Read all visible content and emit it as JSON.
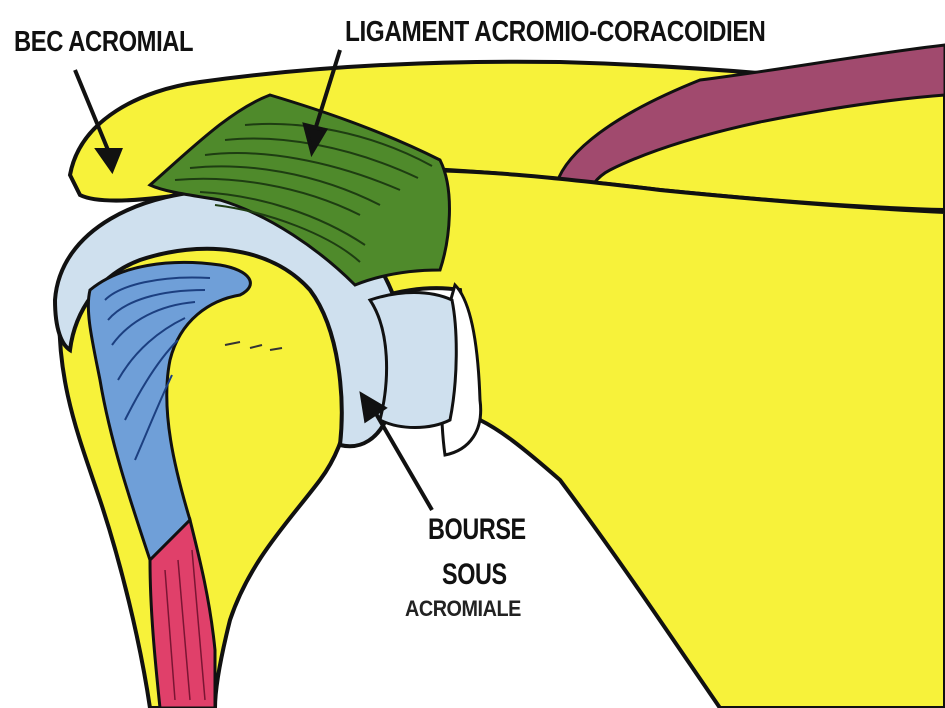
{
  "labels": {
    "bec_acromial": "BEC ACROMIAL",
    "ligament": "LIGAMENT ACROMIO-CORACOIDIEN",
    "bourse_line1": "BOURSE",
    "bourse_line2": "SOUS",
    "bourse_line3": "ACROMIALE"
  },
  "colors": {
    "bone_yellow": "#f7f23a",
    "ligament_green": "#4f8a2b",
    "cartilage_light_blue": "#cfe0ee",
    "tendon_blue": "#6f9fd8",
    "muscle_red": "#e0406a",
    "muscle_purple": "#a14a6e",
    "outline": "#111111"
  }
}
